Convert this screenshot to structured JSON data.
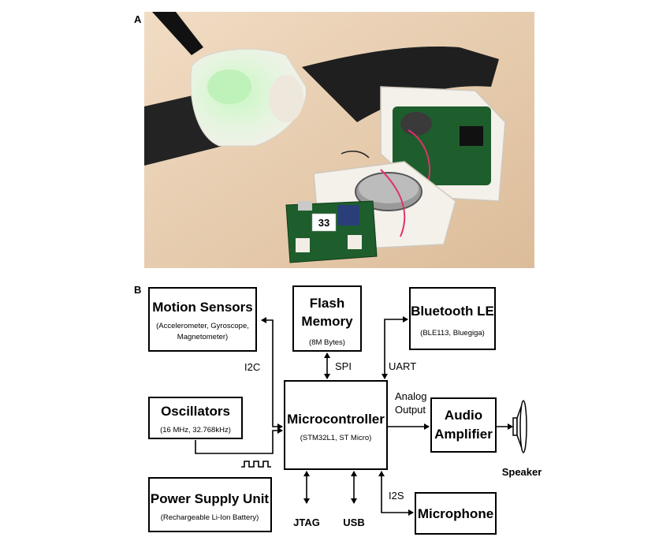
{
  "panels": {
    "a": "A",
    "b": "B"
  },
  "photo": {
    "board_tag": "33"
  },
  "blocks": {
    "motion": {
      "title": "Motion Sensors",
      "sub1": "(Accelerometer, Gyroscope,",
      "sub2": "Magnetometer)"
    },
    "flash": {
      "title1": "Flash",
      "title2": "Memory",
      "sub": "(8M Bytes)"
    },
    "ble": {
      "title": "Bluetooth LE",
      "sub": "(BLE113, Bluegiga)"
    },
    "osc": {
      "title": "Oscillators",
      "sub": "(16 MHz, 32.768kHz)"
    },
    "mcu": {
      "title": "Microcontroller",
      "sub": "(STM32L1, ST Micro)"
    },
    "amp": {
      "title1": "Audio",
      "title2": "Amplifier"
    },
    "psu": {
      "title": "Power Supply Unit",
      "sub": "(Rechargeable Li-Ion Battery)"
    },
    "mic": {
      "title": "Microphone"
    }
  },
  "labels": {
    "i2c": "I2C",
    "spi": "SPI",
    "uart": "UART",
    "analog1": "Analog",
    "analog2": "Output",
    "jtag": "JTAG",
    "usb": "USB",
    "i2s": "I2S",
    "speaker": "Speaker"
  },
  "colors": {
    "wood": "#e8cfb4",
    "strap": "#1f1f1f",
    "case": "#f4f0ea",
    "pcb": "#1e5e2c",
    "led": "#b9f0b4"
  }
}
